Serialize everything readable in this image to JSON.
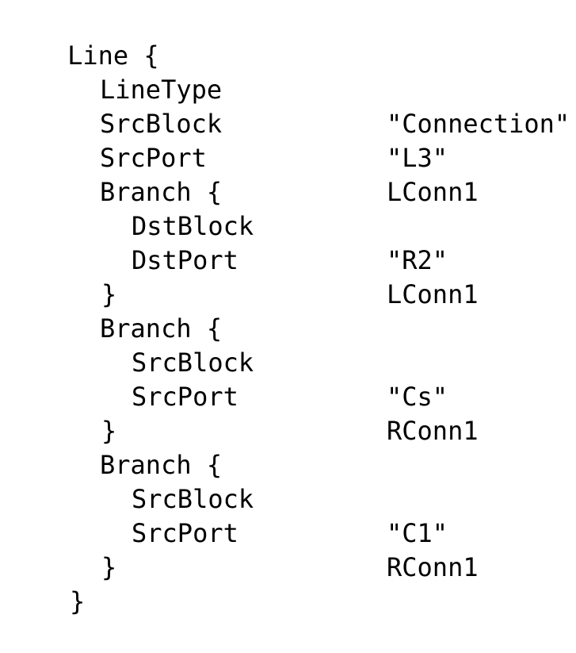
{
  "code": {
    "line_open": "Line {",
    "line_type_key": "LineType",
    "line_type_value": "\"Connection\"",
    "src_block_key": "SrcBlock",
    "src_block_value": "\"L3\"",
    "src_port_key": "SrcPort",
    "src_port_value": "LConn1",
    "branches": [
      {
        "open": "Branch {",
        "block_key": "DstBlock",
        "block_value": "\"R2\"",
        "port_key": "DstPort",
        "port_value": "LConn1",
        "close": "}"
      },
      {
        "open": "Branch {",
        "block_key": "SrcBlock",
        "block_value": "\"Cs\"",
        "port_key": "SrcPort",
        "port_value": "RConn1",
        "close": "}"
      },
      {
        "open": "Branch {",
        "block_key": "SrcBlock",
        "block_value": "\"C1\"",
        "port_key": "SrcPort",
        "port_value": "RConn1",
        "close": "}"
      }
    ],
    "line_close": "}"
  }
}
